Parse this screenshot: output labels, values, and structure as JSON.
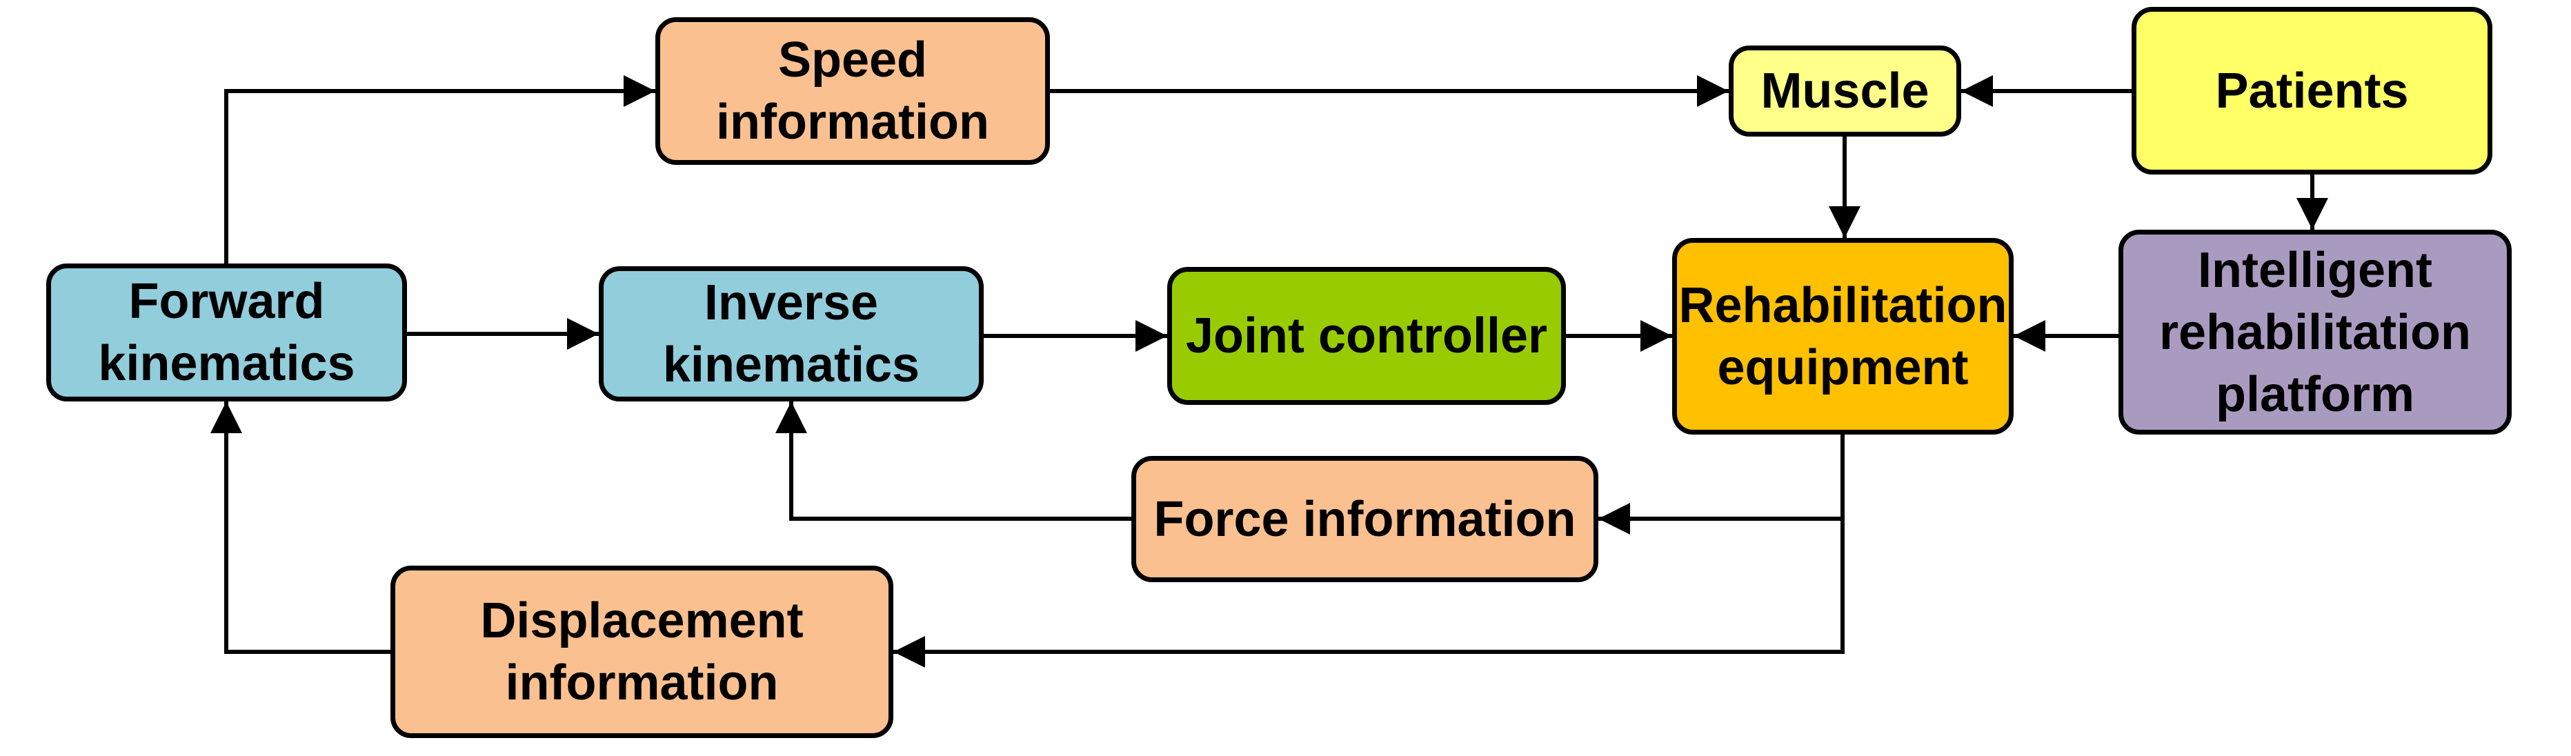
{
  "style": {
    "background": "#FFFFFF",
    "connector_color": "#000000",
    "node_border_color": "#000000",
    "text_color": "#000000"
  },
  "nodes": {
    "speed_information": {
      "label": "Speed\ninformation",
      "color": "#FAC090"
    },
    "muscle": {
      "label": "Muscle",
      "color": "#FFFF8A"
    },
    "patients": {
      "label": "Patients",
      "color": "#FFFF66"
    },
    "forward_kinematics": {
      "label": "Forward\nkinematics",
      "color": "#92CDDC"
    },
    "inverse_kinematics": {
      "label": "Inverse\nkinematics",
      "color": "#92CDDC"
    },
    "joint_controller": {
      "label": "Joint controller",
      "color": "#99CC00"
    },
    "rehabilitation_equipment": {
      "label": "Rehabilitation\nequipment",
      "color": "#FFC000"
    },
    "intelligent_rehabilitation_platform": {
      "label": "Intelligent\nrehabilitation\nplatform",
      "color": "#A99BC0"
    },
    "force_information": {
      "label": "Force information",
      "color": "#FAC090"
    },
    "displacement_information": {
      "label": "Displacement\ninformation",
      "color": "#FAC090"
    }
  },
  "edges": [
    {
      "from": "forward_kinematics",
      "to": "speed_information"
    },
    {
      "from": "speed_information",
      "to": "muscle"
    },
    {
      "from": "patients",
      "to": "muscle"
    },
    {
      "from": "muscle",
      "to": "rehabilitation_equipment"
    },
    {
      "from": "patients",
      "to": "intelligent_rehabilitation_platform"
    },
    {
      "from": "forward_kinematics",
      "to": "inverse_kinematics"
    },
    {
      "from": "inverse_kinematics",
      "to": "joint_controller"
    },
    {
      "from": "joint_controller",
      "to": "rehabilitation_equipment"
    },
    {
      "from": "intelligent_rehabilitation_platform",
      "to": "rehabilitation_equipment"
    },
    {
      "from": "rehabilitation_equipment",
      "to": "force_information"
    },
    {
      "from": "rehabilitation_equipment",
      "to": "displacement_information"
    },
    {
      "from": "force_information",
      "to": "inverse_kinematics"
    },
    {
      "from": "displacement_information",
      "to": "forward_kinematics"
    }
  ]
}
